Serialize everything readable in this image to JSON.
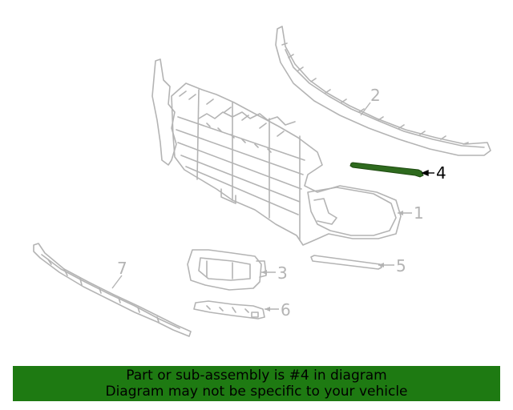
{
  "diagram": {
    "highlighted_part": "4",
    "callouts": [
      {
        "id": "1",
        "label": "1"
      },
      {
        "id": "2",
        "label": "2"
      },
      {
        "id": "3",
        "label": "3"
      },
      {
        "id": "4",
        "label": "4"
      },
      {
        "id": "5",
        "label": "5"
      },
      {
        "id": "6",
        "label": "6"
      },
      {
        "id": "7",
        "label": "7"
      }
    ]
  },
  "banner": {
    "line1": "Part or sub-assembly is #4 in diagram",
    "line2": "Diagram may not be specific to your vehicle"
  },
  "colors": {
    "line": "#b4b4b4",
    "highlight": "#2e6a1e",
    "banner": "#1e7a12",
    "text": "#000000"
  }
}
